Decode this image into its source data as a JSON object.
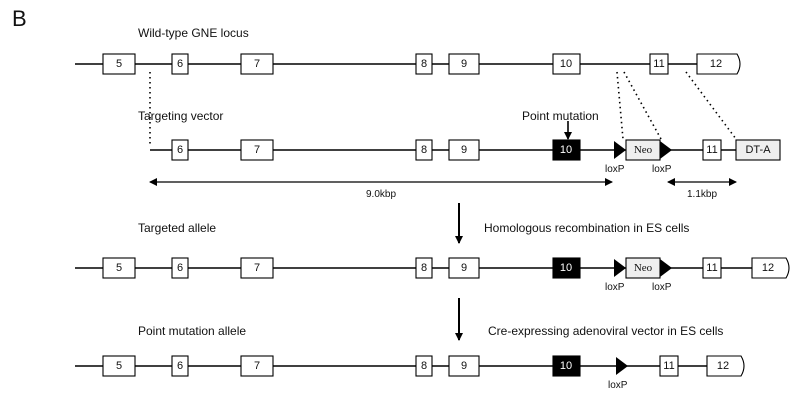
{
  "panel_letter": "B",
  "rows": {
    "wildtype": {
      "label": "Wild-type GNE locus",
      "exons": [
        "5",
        "6",
        "7",
        "8",
        "9",
        "10",
        "11",
        "12"
      ]
    },
    "vector": {
      "label": "Targeting vector",
      "exons": [
        "6",
        "7",
        "8",
        "9",
        "10",
        "11"
      ],
      "mutation_label": "Point mutation",
      "neo_label": "Neo",
      "loxp_label": "loxP",
      "dta_label": "DT-A",
      "span_left": "9.0kbp",
      "span_right": "1.1kbp"
    },
    "targeted": {
      "label": "Targeted allele",
      "step_label": "Homologous recombination in ES cells",
      "exons": [
        "5",
        "6",
        "7",
        "8",
        "9",
        "10",
        "11",
        "12"
      ],
      "neo_label": "Neo",
      "loxp_label": "loxP"
    },
    "point": {
      "label": "Point mutation allele",
      "step_label": "Cre-expressing adenoviral vector in ES cells",
      "exons": [
        "5",
        "6",
        "7",
        "8",
        "9",
        "10",
        "11",
        "12"
      ],
      "loxp_label": "loxP"
    }
  },
  "colors": {
    "mutant_exon": "#000000",
    "neo_box": "#efefef"
  }
}
